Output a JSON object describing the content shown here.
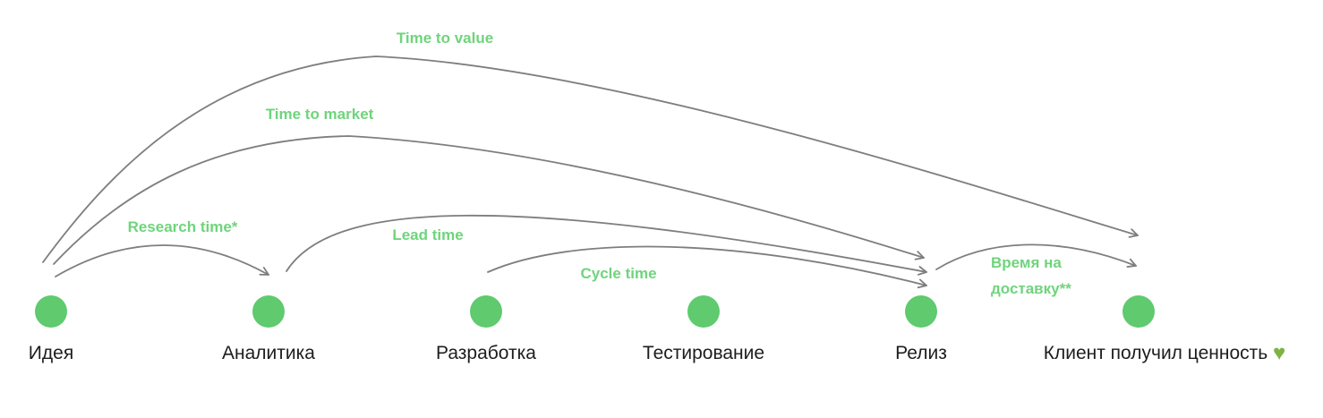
{
  "colors": {
    "background": "#ffffff",
    "dot_green": "#5fca6e",
    "metric_green": "#6fd47c",
    "arrow_gray": "#7e7e7e",
    "text_dark": "#1d1d1f",
    "heart_green": "#7cb342"
  },
  "stages": [
    {
      "label": "Идея"
    },
    {
      "label": "Аналитика"
    },
    {
      "label": "Разработка"
    },
    {
      "label": "Тестирование"
    },
    {
      "label": "Релиз"
    },
    {
      "label": "Клиент получил ценность",
      "heart_glyph": "♥"
    }
  ],
  "metrics": [
    {
      "id": "time-to-value",
      "label": "Time to value",
      "from": "Идея",
      "to": "Клиент получил ценность"
    },
    {
      "id": "time-to-market",
      "label": "Time to market",
      "from": "Идея",
      "to": "Релиз"
    },
    {
      "id": "research-time",
      "label": "Research time*",
      "from": "Идея",
      "to": "Аналитика"
    },
    {
      "id": "lead-time",
      "label": "Lead time",
      "from": "Аналитика",
      "to": "Релиз"
    },
    {
      "id": "cycle-time",
      "label": "Cycle time",
      "from": "Разработка",
      "to": "Релиз"
    },
    {
      "id": "delivery-time",
      "label": "Время на доставку**",
      "label_display": "Время на\nдоставку**",
      "from": "Релиз",
      "to": "Клиент получил ценность"
    }
  ]
}
